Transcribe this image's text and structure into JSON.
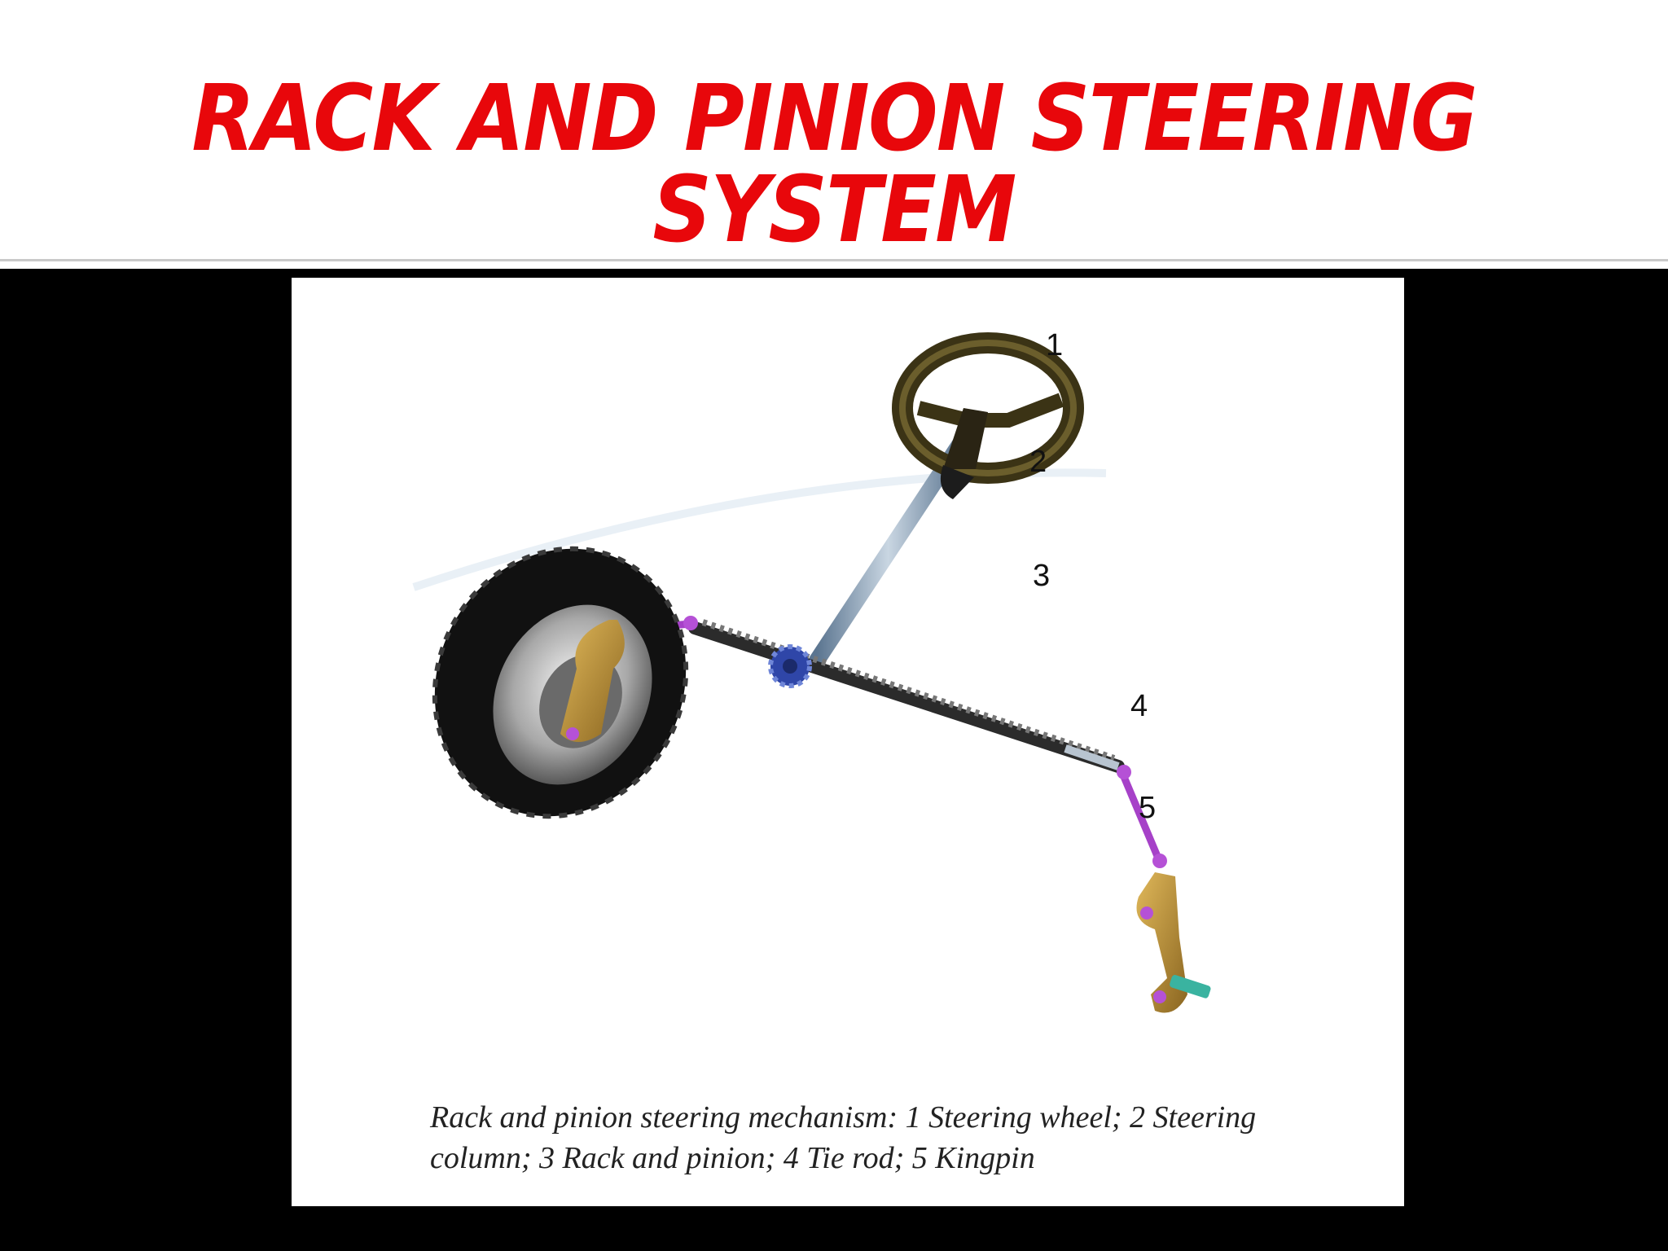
{
  "slide": {
    "title": "RACK AND PINION STEERING SYSTEM",
    "title_color": "#e8070b"
  },
  "figure": {
    "labels": [
      "1",
      "2",
      "3",
      "4",
      "5"
    ],
    "caption_line1": "Rack and pinion steering mechanism: 1 Steering wheel; 2 Steering",
    "caption_line2": "column; 3 Rack and pinion; 4 Tie rod; 5 Kingpin"
  }
}
